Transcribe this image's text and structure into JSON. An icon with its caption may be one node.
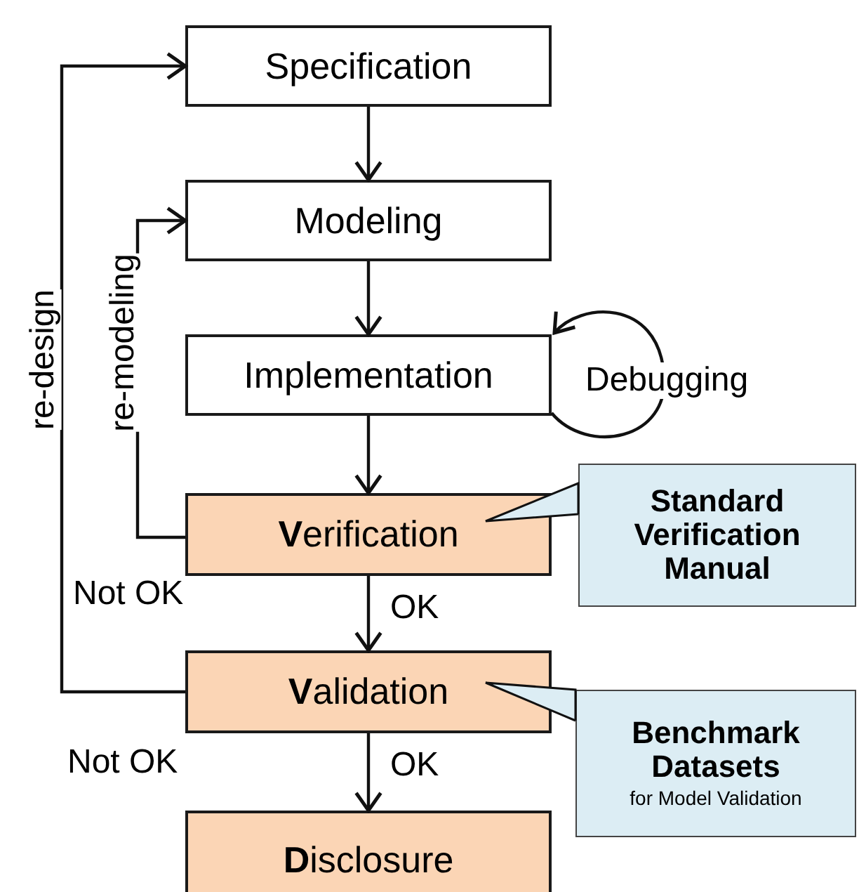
{
  "diagram": {
    "nodes": [
      {
        "text": [
          "Specification"
        ]
      },
      {
        "text": [
          "Modeling"
        ]
      },
      {
        "text": [
          "Implementation"
        ]
      },
      {
        "text": [
          "**V**erification"
        ]
      },
      {
        "text": [
          "**V**alidation"
        ]
      },
      {
        "text": [
          "**D**isclosure"
        ]
      },
      {
        "text": [
          "Standard Verification Manual"
        ]
      },
      {
        "text": [
          "Benchmark Datasets",
          "for Model Validation"
        ]
      }
    ],
    "edges": [
      {
        "from": 0,
        "to": 1,
        "arrow": "to"
      },
      {
        "from": 1,
        "to": 2,
        "arrow": "to"
      },
      {
        "from": 2,
        "to": 3,
        "arrow": "to"
      },
      {
        "from": 2,
        "to": 2,
        "arrow": "to",
        "label": "Debugging"
      },
      {
        "from": 3,
        "to": 4,
        "arrow": "to",
        "label": "OK"
      },
      {
        "from": 4,
        "to": 5,
        "arrow": "to",
        "label": "OK"
      },
      {
        "from": 3,
        "to": 1,
        "arrow": "to",
        "label": "re-modeling"
      },
      {
        "from": 4,
        "to": 0,
        "arrow": "to",
        "label": "re-design"
      },
      {
        "from": 6,
        "to": 3,
        "arrow": "none"
      },
      {
        "from": 7,
        "to": 4,
        "arrow": "none"
      }
    ],
    "labels": [
      "Not OK",
      "Not OK"
    ]
  }
}
